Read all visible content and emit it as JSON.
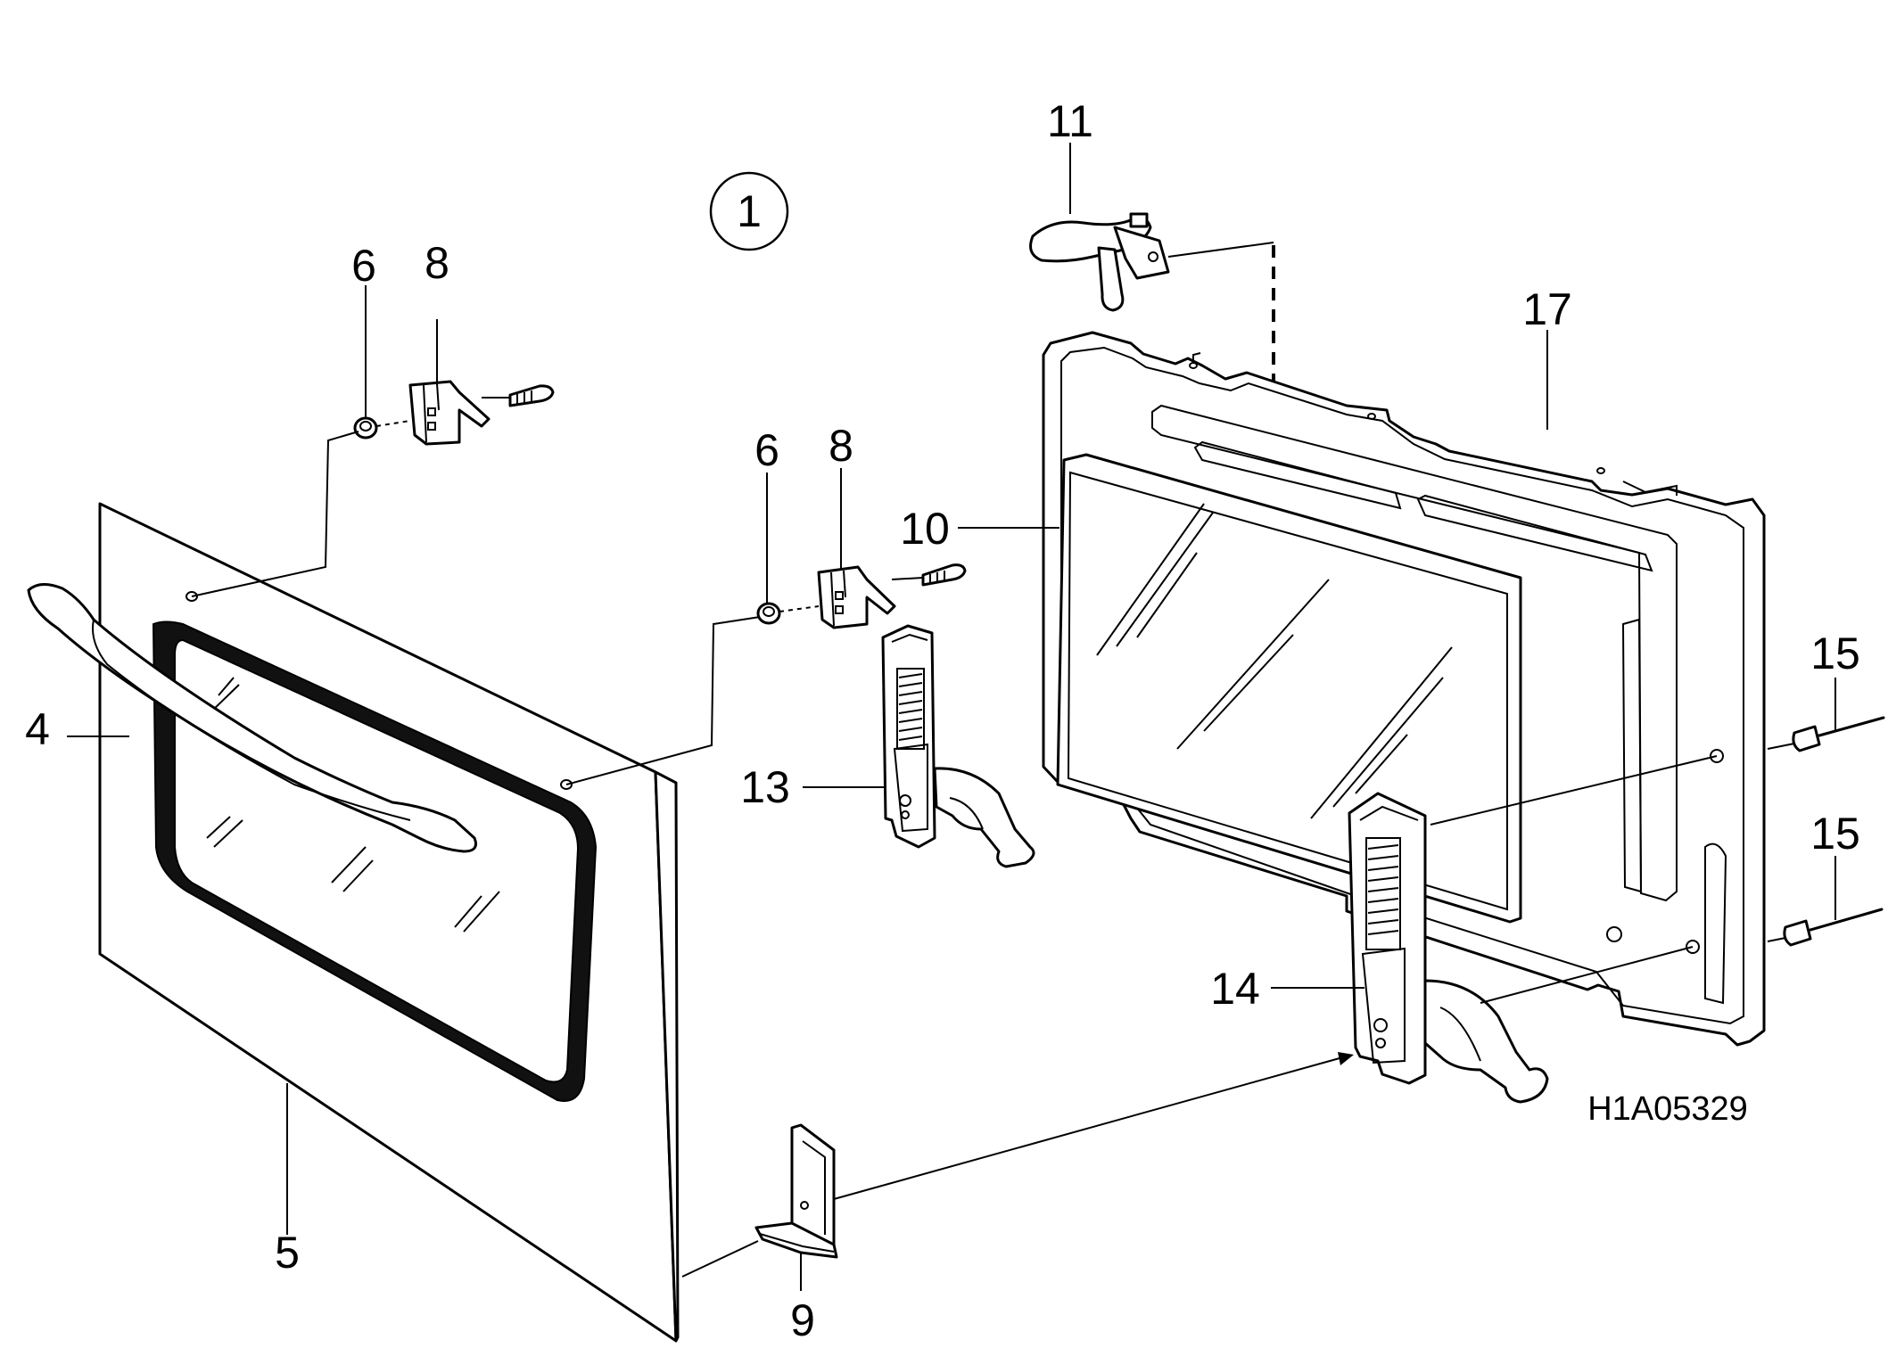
{
  "diagram": {
    "circle_label": "1",
    "drawing_ref": "H1A05329",
    "callouts": [
      {
        "id": "c4",
        "text": "4"
      },
      {
        "id": "c5",
        "text": "5"
      },
      {
        "id": "c6a",
        "text": "6"
      },
      {
        "id": "c8a",
        "text": "8"
      },
      {
        "id": "c6b",
        "text": "6"
      },
      {
        "id": "c8b",
        "text": "8"
      },
      {
        "id": "c9",
        "text": "9"
      },
      {
        "id": "c10",
        "text": "10"
      },
      {
        "id": "c11",
        "text": "11"
      },
      {
        "id": "c13",
        "text": "13"
      },
      {
        "id": "c14",
        "text": "14"
      },
      {
        "id": "c15a",
        "text": "15"
      },
      {
        "id": "c15b",
        "text": "15"
      },
      {
        "id": "c17",
        "text": "17"
      }
    ]
  }
}
